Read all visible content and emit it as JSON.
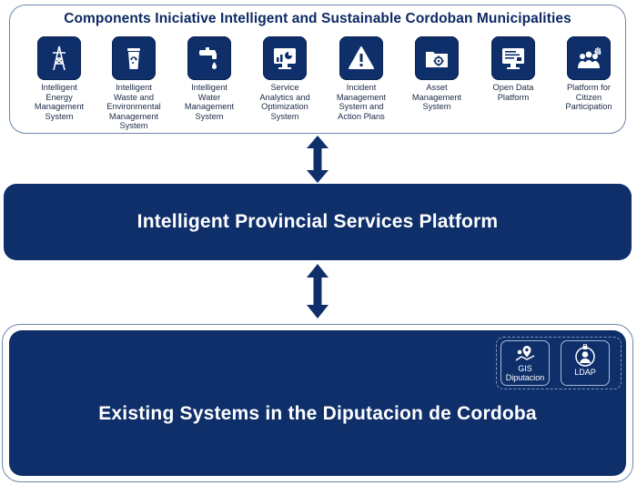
{
  "top_panel": {
    "title": "Components Iniciative Intelligent and Sustainable Cordoban Municipalities",
    "components": [
      {
        "icon": "energy-tower-icon",
        "label": "Intelligent\nEnergy\nManagement\nSystem"
      },
      {
        "icon": "recycle-bin-icon",
        "label": "Intelligent\nWaste and\nEnvironmental\nManagement\nSystem"
      },
      {
        "icon": "water-tap-icon",
        "label": "Intelligent\nWater\nManagement\nSystem"
      },
      {
        "icon": "analytics-monitor-icon",
        "label": "Service\nAnalytics and\nOptimization\nSystem"
      },
      {
        "icon": "warning-triangle-icon",
        "label": "Incident\nManagement\nSystem and\nAction Plans"
      },
      {
        "icon": "asset-folder-icon",
        "label": "Asset\nManagement\nSystem"
      },
      {
        "icon": "open-data-monitor-icon",
        "label": "Open Data\nPlatform"
      },
      {
        "icon": "citizen-group-icon",
        "label": "Platform for\nCitizen\nParticipation"
      }
    ]
  },
  "platform": {
    "label": "Intelligent Provincial Services Platform"
  },
  "existing": {
    "label": "Existing Systems in the Diputacion de Cordoba",
    "subsystems": [
      {
        "icon": "map-pin-icon",
        "label": "GIS\nDiputacion"
      },
      {
        "icon": "user-lock-icon",
        "label": "LDAP"
      }
    ]
  },
  "colors": {
    "navy": "#0f2f6b",
    "border": "#6e86ad",
    "title": "#0d2a63"
  }
}
